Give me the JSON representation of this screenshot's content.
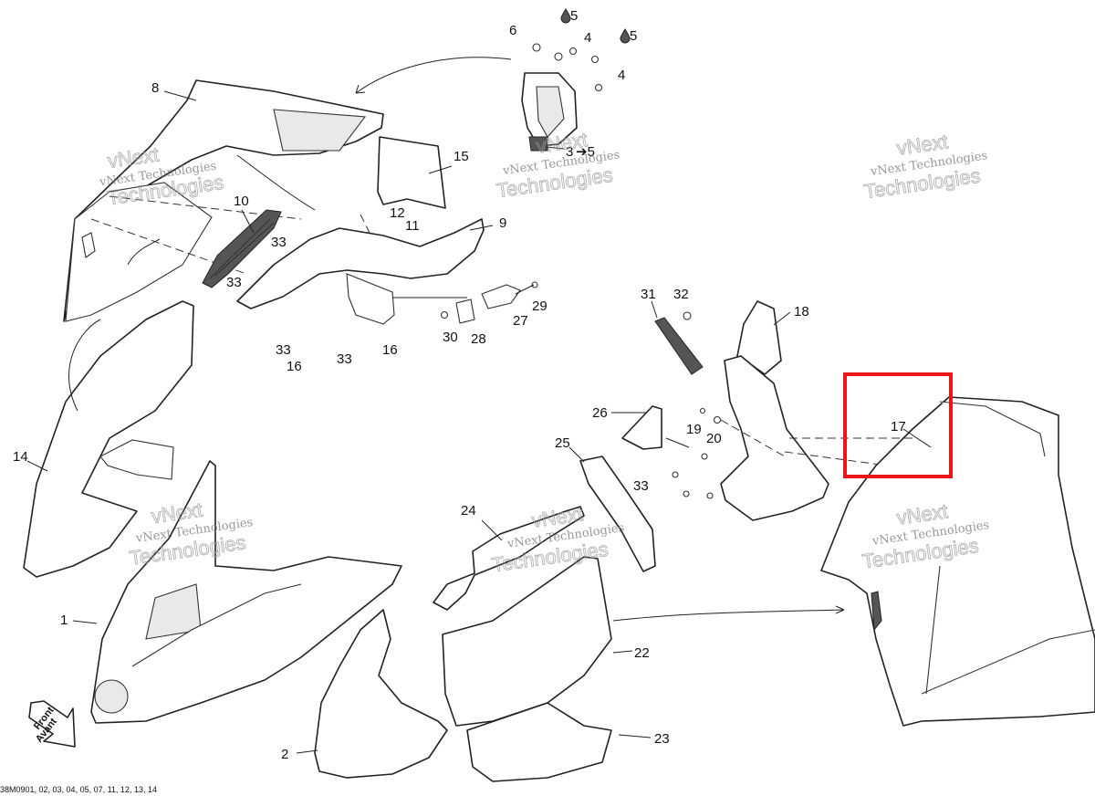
{
  "callouts": {
    "c1": "1",
    "c2": "2",
    "c3": "3",
    "c3to5": "➔5",
    "c4a": "4",
    "c4b": "4",
    "c5a": "5",
    "c5b": "5",
    "c6": "6",
    "c8": "8",
    "c9": "9",
    "c10": "10",
    "c11": "11",
    "c12": "12",
    "c14": "14",
    "c15": "15",
    "c16a": "16",
    "c16b": "16",
    "c17": "17",
    "c18": "18",
    "c19": "19",
    "c20": "20",
    "c22": "22",
    "c23": "23",
    "c24": "24",
    "c25": "25",
    "c26": "26",
    "c27": "27",
    "c28": "28",
    "c29": "29",
    "c30": "30",
    "c31": "31",
    "c32": "32",
    "c33a": "33",
    "c33b": "33",
    "c33c": "33",
    "c33d": "33",
    "c33e": "33"
  },
  "watermark": {
    "line1": "vNext Technologies",
    "line2": "vNext",
    "line3": "Technologies"
  },
  "front_label": {
    "line1": "Front",
    "line2": "Avant"
  },
  "footer_code": "38M0901, 02, 03, 04, 05, 07, 11, 12, 13, 14",
  "highlight_color": "#e8161b"
}
